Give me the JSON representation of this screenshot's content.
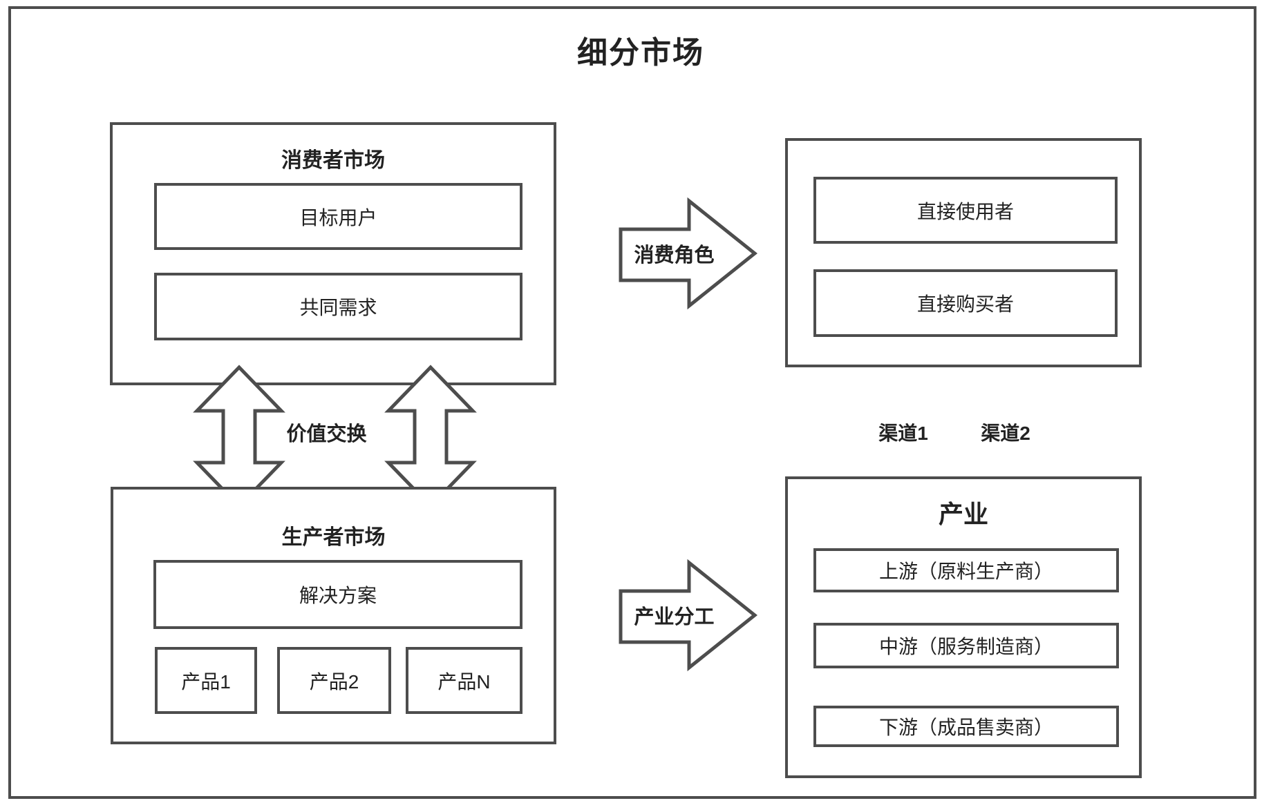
{
  "title": "细分市场",
  "consumer_market": {
    "title": "消费者市场",
    "items": [
      "目标用户",
      "共同需求"
    ]
  },
  "value_exchange": {
    "label": "价值交换"
  },
  "producer_market": {
    "title": "生产者市场",
    "solution": "解决方案",
    "products": [
      "产品1",
      "产品2",
      "产品N"
    ]
  },
  "arrows": {
    "consumer_role": "消费角色",
    "industry_division": "产业分工"
  },
  "consumer_roles": {
    "items": [
      "直接使用者",
      "直接购买者"
    ]
  },
  "channels": [
    "渠道1",
    "渠道2"
  ],
  "industry": {
    "title": "产业",
    "items": [
      "上游（原料生产商）",
      "中游（服务制造商）",
      "下游（成品售卖商）"
    ]
  },
  "colors": {
    "line": "#4d4d4d",
    "text": "#222222",
    "background": "#ffffff"
  }
}
